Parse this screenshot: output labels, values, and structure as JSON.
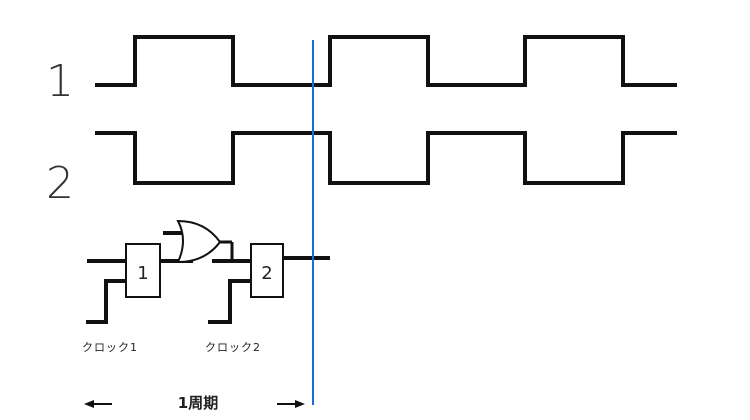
{
  "signals": [
    {
      "label": "1"
    },
    {
      "label": "2"
    }
  ],
  "blocks": [
    {
      "label": "1"
    },
    {
      "label": "2"
    }
  ],
  "clocks": [
    {
      "label": "クロック1"
    },
    {
      "label": "クロック2"
    }
  ],
  "period": {
    "label": "1周期"
  },
  "colors": {
    "line": "#111111",
    "marker": "#1a6fd6"
  }
}
